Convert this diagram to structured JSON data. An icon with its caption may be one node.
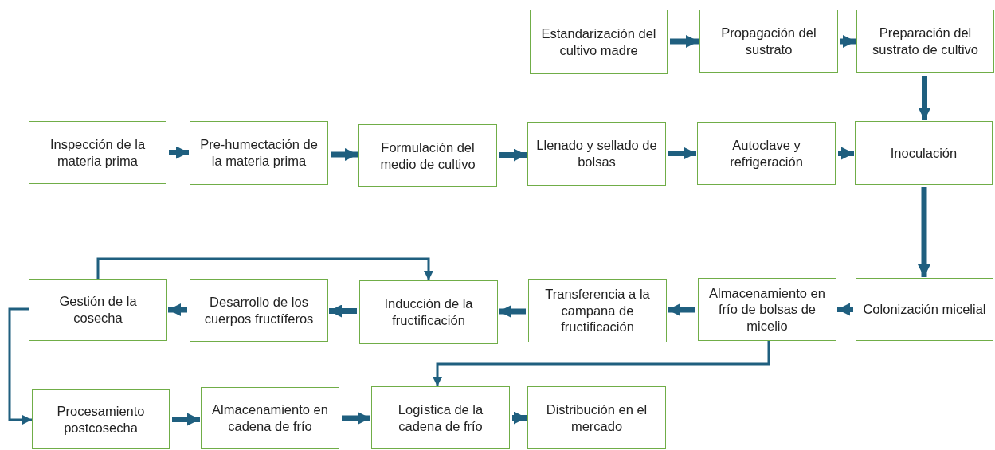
{
  "diagram": {
    "nodes": [
      {
        "text": [
          "Estandarización del cultivo madre"
        ]
      },
      {
        "text": [
          "Propagación del sustrato"
        ]
      },
      {
        "text": [
          "Preparación del sustrato de cultivo"
        ]
      },
      {
        "text": [
          "Inspección de la materia prima"
        ]
      },
      {
        "text": [
          "Pre-humectación de la materia prima"
        ]
      },
      {
        "text": [
          "Formulación del medio de cultivo"
        ]
      },
      {
        "text": [
          "Llenado y sellado de bolsas"
        ]
      },
      {
        "text": [
          "Autoclave y refrigeración"
        ]
      },
      {
        "text": [
          "Inoculación"
        ]
      },
      {
        "text": [
          "Colonización micelial"
        ]
      },
      {
        "text": [
          "Almacenamiento en frío de bolsas de micelio"
        ]
      },
      {
        "text": [
          "Transferencia a la campana de fructificación"
        ]
      },
      {
        "text": [
          "Inducción de la fructificación"
        ]
      },
      {
        "text": [
          "Desarrollo de los cuerpos fructíferos"
        ]
      },
      {
        "text": [
          "Gestión de la cosecha"
        ]
      },
      {
        "text": [
          "Procesamiento postcosecha"
        ]
      },
      {
        "text": [
          "Almacenamiento en cadena de frío"
        ]
      },
      {
        "text": [
          "Logística de la cadena de frío"
        ]
      },
      {
        "text": [
          "Distribución en el mercado"
        ]
      }
    ],
    "edges": [
      {
        "from": 0,
        "to": 1,
        "arrow": "to"
      },
      {
        "from": 1,
        "to": 2,
        "arrow": "to"
      },
      {
        "from": 2,
        "to": 8,
        "arrow": "to"
      },
      {
        "from": 3,
        "to": 4,
        "arrow": "to"
      },
      {
        "from": 4,
        "to": 5,
        "arrow": "to"
      },
      {
        "from": 5,
        "to": 6,
        "arrow": "to"
      },
      {
        "from": 6,
        "to": 7,
        "arrow": "to"
      },
      {
        "from": 7,
        "to": 8,
        "arrow": "to"
      },
      {
        "from": 8,
        "to": 9,
        "arrow": "to"
      },
      {
        "from": 9,
        "to": 10,
        "arrow": "to"
      },
      {
        "from": 10,
        "to": 11,
        "arrow": "to"
      },
      {
        "from": 11,
        "to": 12,
        "arrow": "to"
      },
      {
        "from": 12,
        "to": 13,
        "arrow": "to"
      },
      {
        "from": 13,
        "to": 14,
        "arrow": "to"
      },
      {
        "from": 14,
        "to": 12,
        "arrow": "to"
      },
      {
        "from": 14,
        "to": 15,
        "arrow": "to"
      },
      {
        "from": 10,
        "to": 17,
        "arrow": "to"
      },
      {
        "from": 15,
        "to": 16,
        "arrow": "to"
      },
      {
        "from": 16,
        "to": 17,
        "arrow": "to"
      },
      {
        "from": 17,
        "to": 18,
        "arrow": "to"
      }
    ]
  }
}
